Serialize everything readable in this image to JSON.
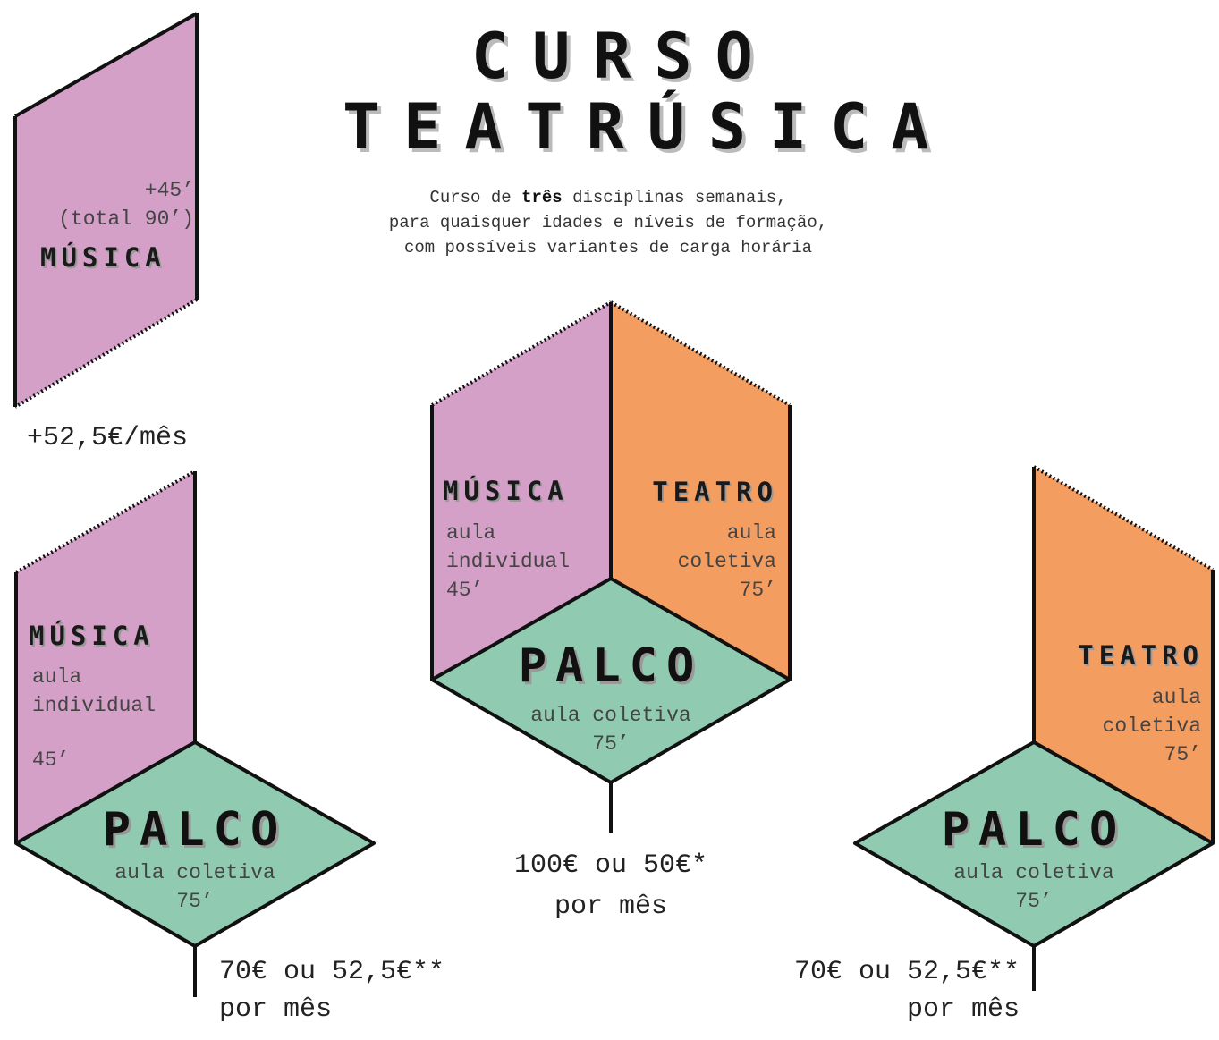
{
  "colors": {
    "musica": "#d5a0c7",
    "teatro": "#f49d61",
    "palco": "#90cbb1",
    "stroke": "#111111"
  },
  "title": {
    "line1": "CURSO",
    "line2": "TEATRÚSICA"
  },
  "subtitle": {
    "line1_before": "Curso de ",
    "line1_bold": "três",
    "line1_after": " disciplinas semanais,",
    "line2": "para quaisquer idades e níveis de formação,",
    "line3": "com possíveis variantes de carga horária"
  },
  "extra_block": {
    "duration": "+45’",
    "total": "(total 90’)",
    "heading": "MÚSICA",
    "price": "+52,5€/mês"
  },
  "left_block": {
    "musica": {
      "heading": "MÚSICA",
      "line1": "aula",
      "line2": "individual",
      "duration": "45’"
    },
    "palco": {
      "heading": "PALCO",
      "line1": "aula coletiva",
      "duration": "75’"
    },
    "price_line1": "70€ ou 52,5€**",
    "price_line2": "por mês"
  },
  "center_block": {
    "musica": {
      "heading": "MÚSICA",
      "line1": "aula",
      "line2": "individual",
      "duration": "45’"
    },
    "teatro": {
      "heading": "TEATRO",
      "line1": "aula",
      "line2": "coletiva",
      "duration": "75’"
    },
    "palco": {
      "heading": "PALCO",
      "line1": "aula coletiva",
      "duration": "75’"
    },
    "price_line1": "100€ ou 50€*",
    "price_line2": "por mês"
  },
  "right_block": {
    "teatro": {
      "heading": "TEATRO",
      "line1": "aula",
      "line2": "coletiva",
      "duration": "75’"
    },
    "palco": {
      "heading": "PALCO",
      "line1": "aula coletiva",
      "duration": "75’"
    },
    "price_line1": "70€ ou 52,5€**",
    "price_line2": "por mês"
  }
}
